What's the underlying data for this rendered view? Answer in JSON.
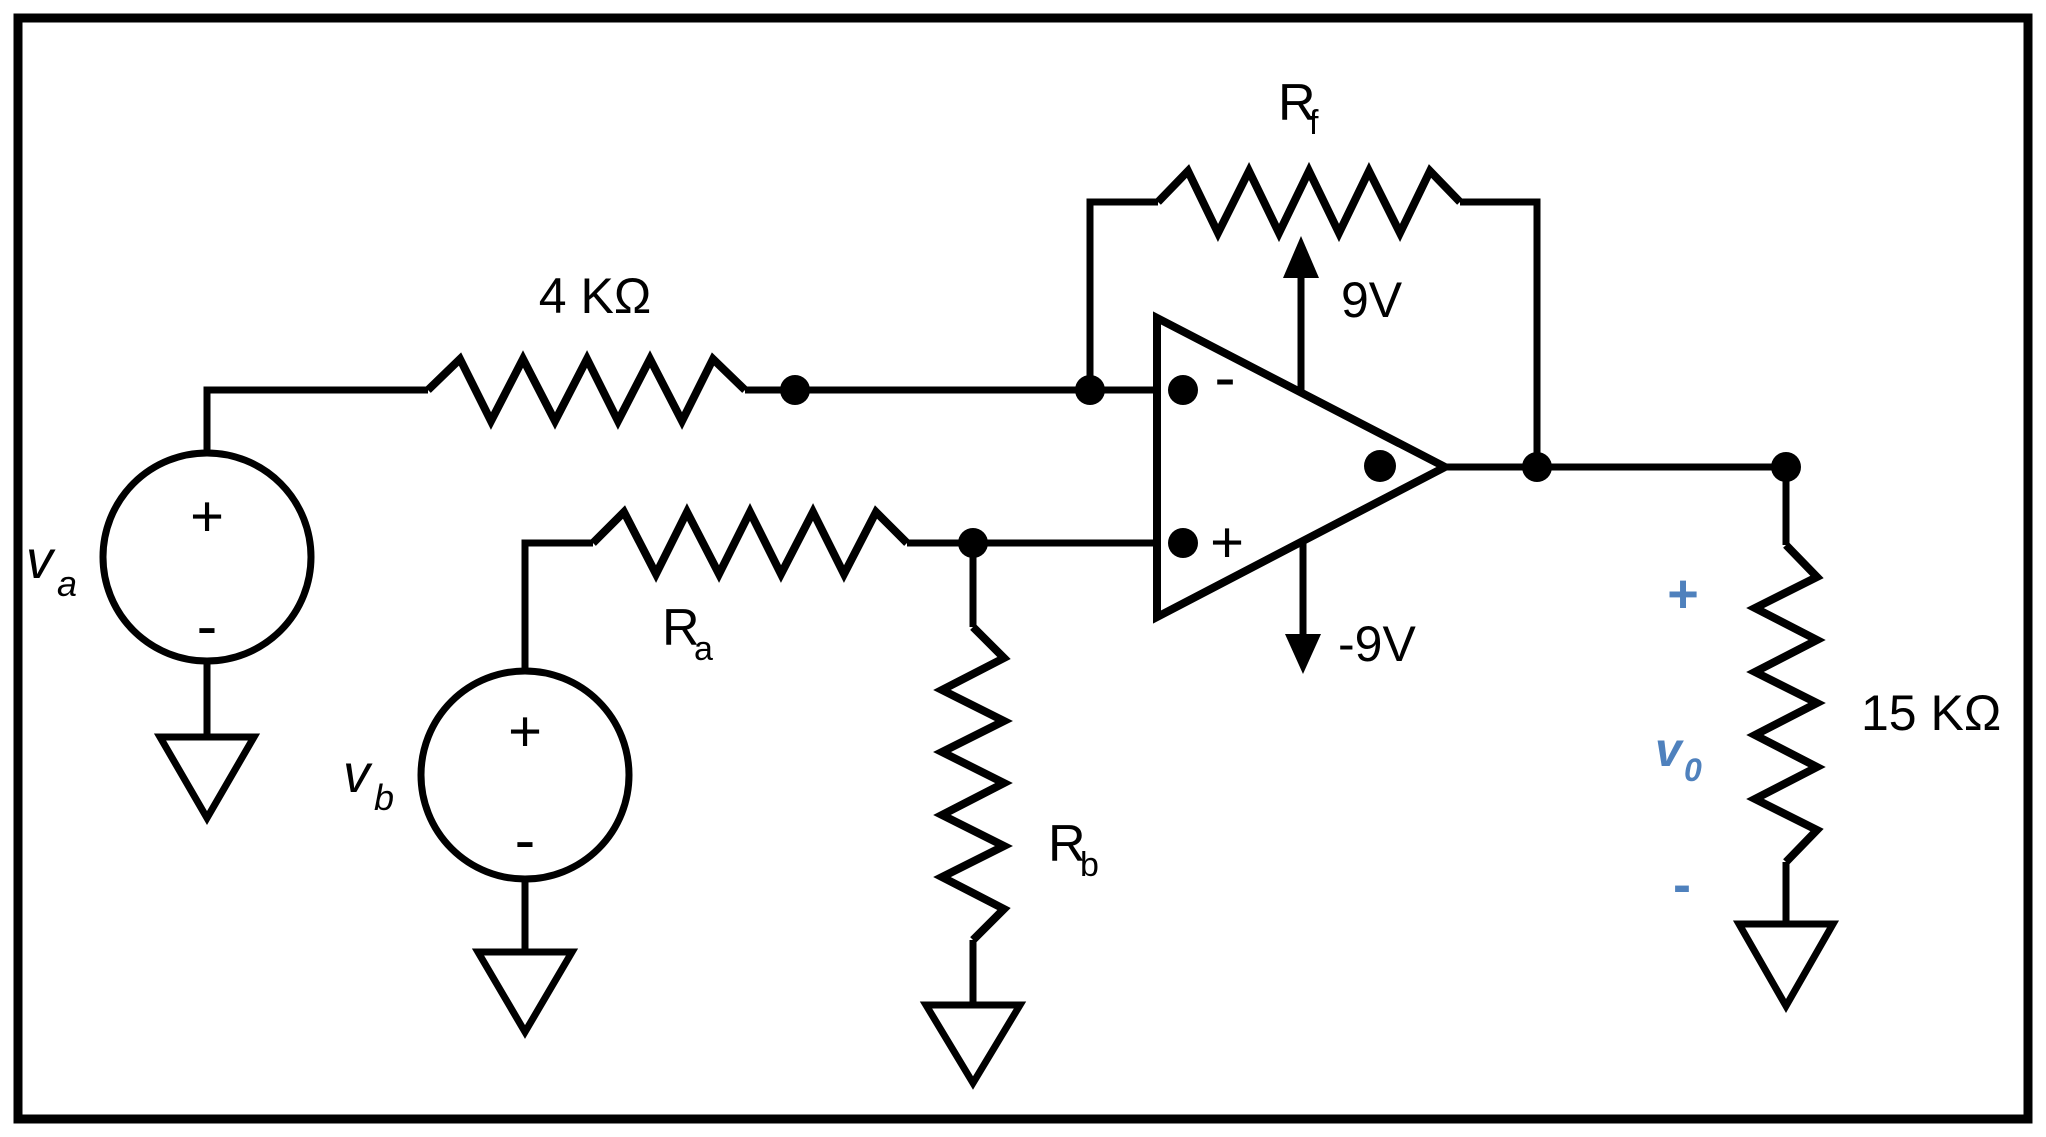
{
  "circuit": {
    "description": "Op-amp difference amplifier circuit with two input sources, dual 9V supplies and a resistive load",
    "colors": {
      "wire": "#000000",
      "accent_blue": "#4F81BD",
      "background": "#ffffff"
    },
    "labels": {
      "r4k": "4 KΩ",
      "rf_base": "R",
      "rf_sub": "f",
      "ra_base": "R",
      "ra_sub": "a",
      "rb_base": "R",
      "rb_sub": "b",
      "r15k": "15 KΩ",
      "va_base": "v",
      "va_sub": "a",
      "vb_base": "v",
      "vb_sub": "b",
      "vo_base": "v",
      "vo_sub": "0",
      "supply_pos": "9V",
      "supply_neg": "-9V"
    },
    "signs": {
      "opamp_inverting": "-",
      "opamp_noninverting": "+",
      "va_plus": "+",
      "va_minus": "-",
      "vb_plus": "+",
      "vb_minus": "-",
      "vo_plus": "+",
      "vo_minus": "-"
    }
  }
}
